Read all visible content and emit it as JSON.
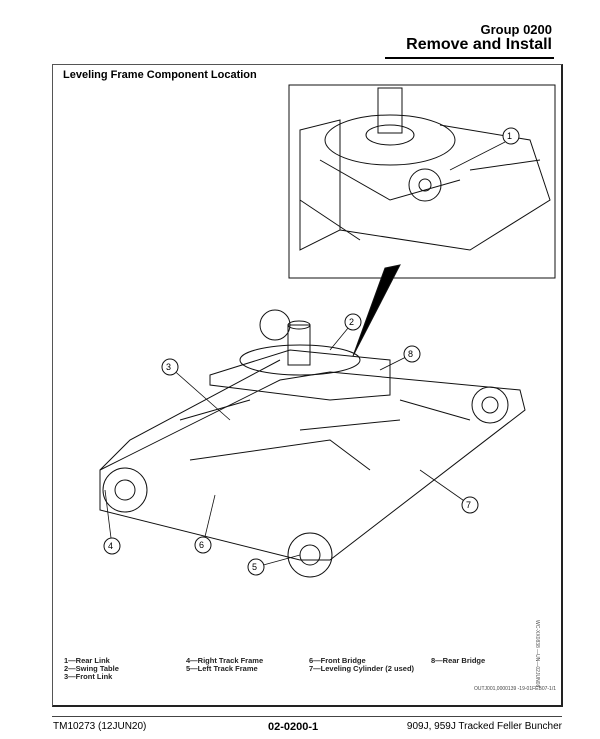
{
  "header": {
    "group": "Group 0200",
    "title": "Remove and Install"
  },
  "figure": {
    "title": "Leveling Frame Component Location",
    "callouts": [
      "1",
      "2",
      "3",
      "4",
      "5",
      "6",
      "7",
      "8"
    ],
    "legend": [
      [
        "1—Rear Link",
        "2—Swing Table",
        "3—Front Link"
      ],
      [
        "4—Right Track Frame",
        "5—Left Track Frame"
      ],
      [
        "6—Front Bridge",
        "7—Leveling Cylinder (2 used)"
      ],
      [
        "8—Rear Bridge"
      ]
    ],
    "image_ref": "WC-XX0838 —UN—02JUN08",
    "doc_ref": "OUTJ001,0000139 -19-01FEB07-1/1"
  },
  "footer": {
    "manual": "TM10273 (12JUN20)",
    "page": "02-0200-1",
    "product": "909J, 959J Tracked Feller Buncher"
  }
}
